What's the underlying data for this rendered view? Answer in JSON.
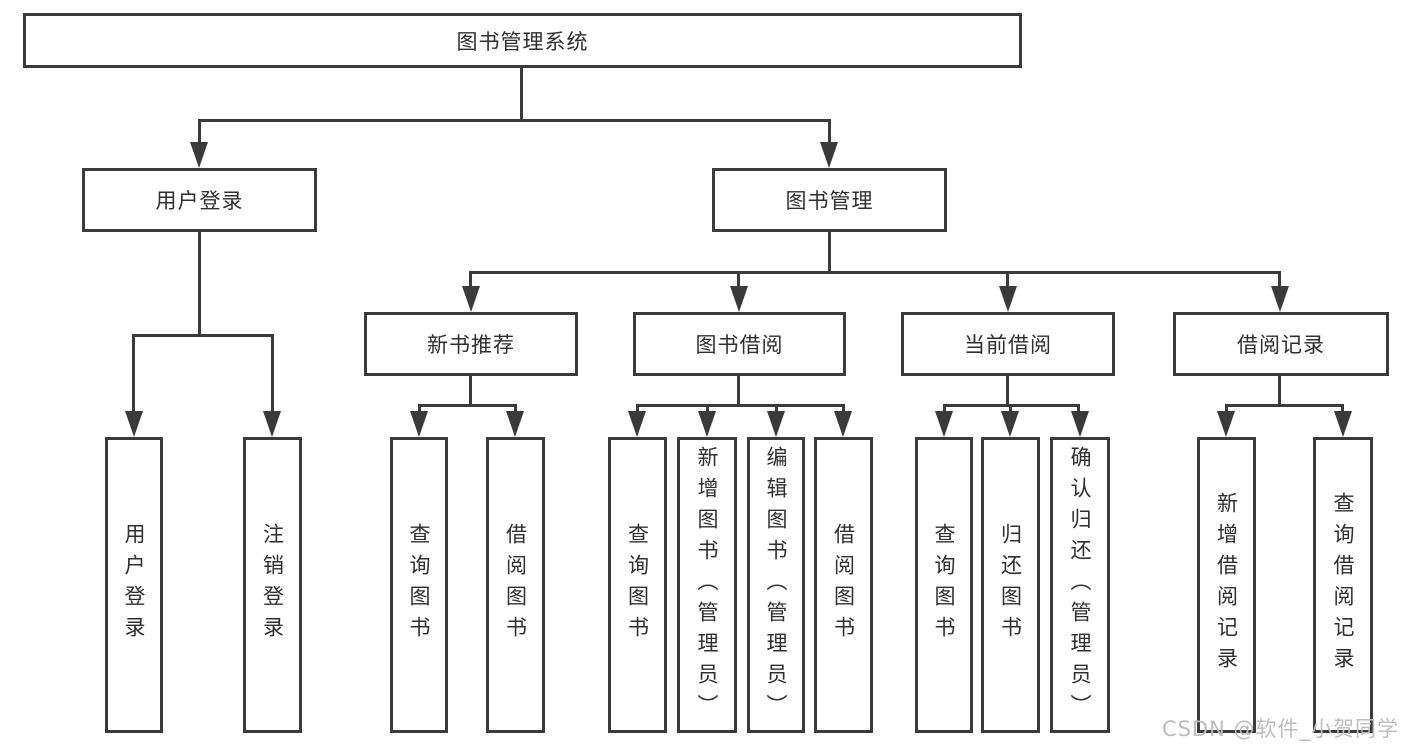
{
  "diagram": {
    "type": "hierarchy-tree",
    "nodes": {
      "root": "图书管理系统",
      "user_login": "用户登录",
      "book_mgmt": "图书管理",
      "new_book": "新书推荐",
      "book_borrow": "图书借阅",
      "current_borrow": "当前借阅",
      "borrow_record": "借阅记录",
      "leaf_user_login": "用户登录",
      "leaf_logout": "注销登录",
      "leaf_nb_query": "查询图书",
      "leaf_nb_borrow": "借阅图书",
      "leaf_bb_query": "查询图书",
      "leaf_bb_add": "新增图书（管理员）",
      "leaf_bb_edit": "编辑图书（管理员）",
      "leaf_bb_borrow": "借阅图书",
      "leaf_cb_query": "查询图书",
      "leaf_cb_return": "归还图书",
      "leaf_cb_confirm": "确认归还（管理员）",
      "leaf_br_add": "新增借阅记录",
      "leaf_br_query": "查询借阅记录"
    },
    "edges": [
      [
        "图书管理系统",
        "用户登录"
      ],
      [
        "图书管理系统",
        "图书管理"
      ],
      [
        "用户登录",
        "用户登录(叶)"
      ],
      [
        "用户登录",
        "注销登录"
      ],
      [
        "图书管理",
        "新书推荐"
      ],
      [
        "图书管理",
        "图书借阅"
      ],
      [
        "图书管理",
        "当前借阅"
      ],
      [
        "图书管理",
        "借阅记录"
      ],
      [
        "新书推荐",
        "查询图书"
      ],
      [
        "新书推荐",
        "借阅图书"
      ],
      [
        "图书借阅",
        "查询图书"
      ],
      [
        "图书借阅",
        "新增图书（管理员）"
      ],
      [
        "图书借阅",
        "编辑图书（管理员）"
      ],
      [
        "图书借阅",
        "借阅图书"
      ],
      [
        "当前借阅",
        "查询图书"
      ],
      [
        "当前借阅",
        "归还图书"
      ],
      [
        "当前借阅",
        "确认归还（管理员）"
      ],
      [
        "借阅记录",
        "新增借阅记录"
      ],
      [
        "借阅记录",
        "查询借阅记录"
      ]
    ],
    "colors": {
      "line": "#3a3a3a",
      "box_border": "#3a3a3a",
      "text": "#2f2f2f",
      "watermark": "#bdbdbd",
      "background": "#ffffff"
    }
  },
  "watermark": "CSDN @软件_小贺同学"
}
